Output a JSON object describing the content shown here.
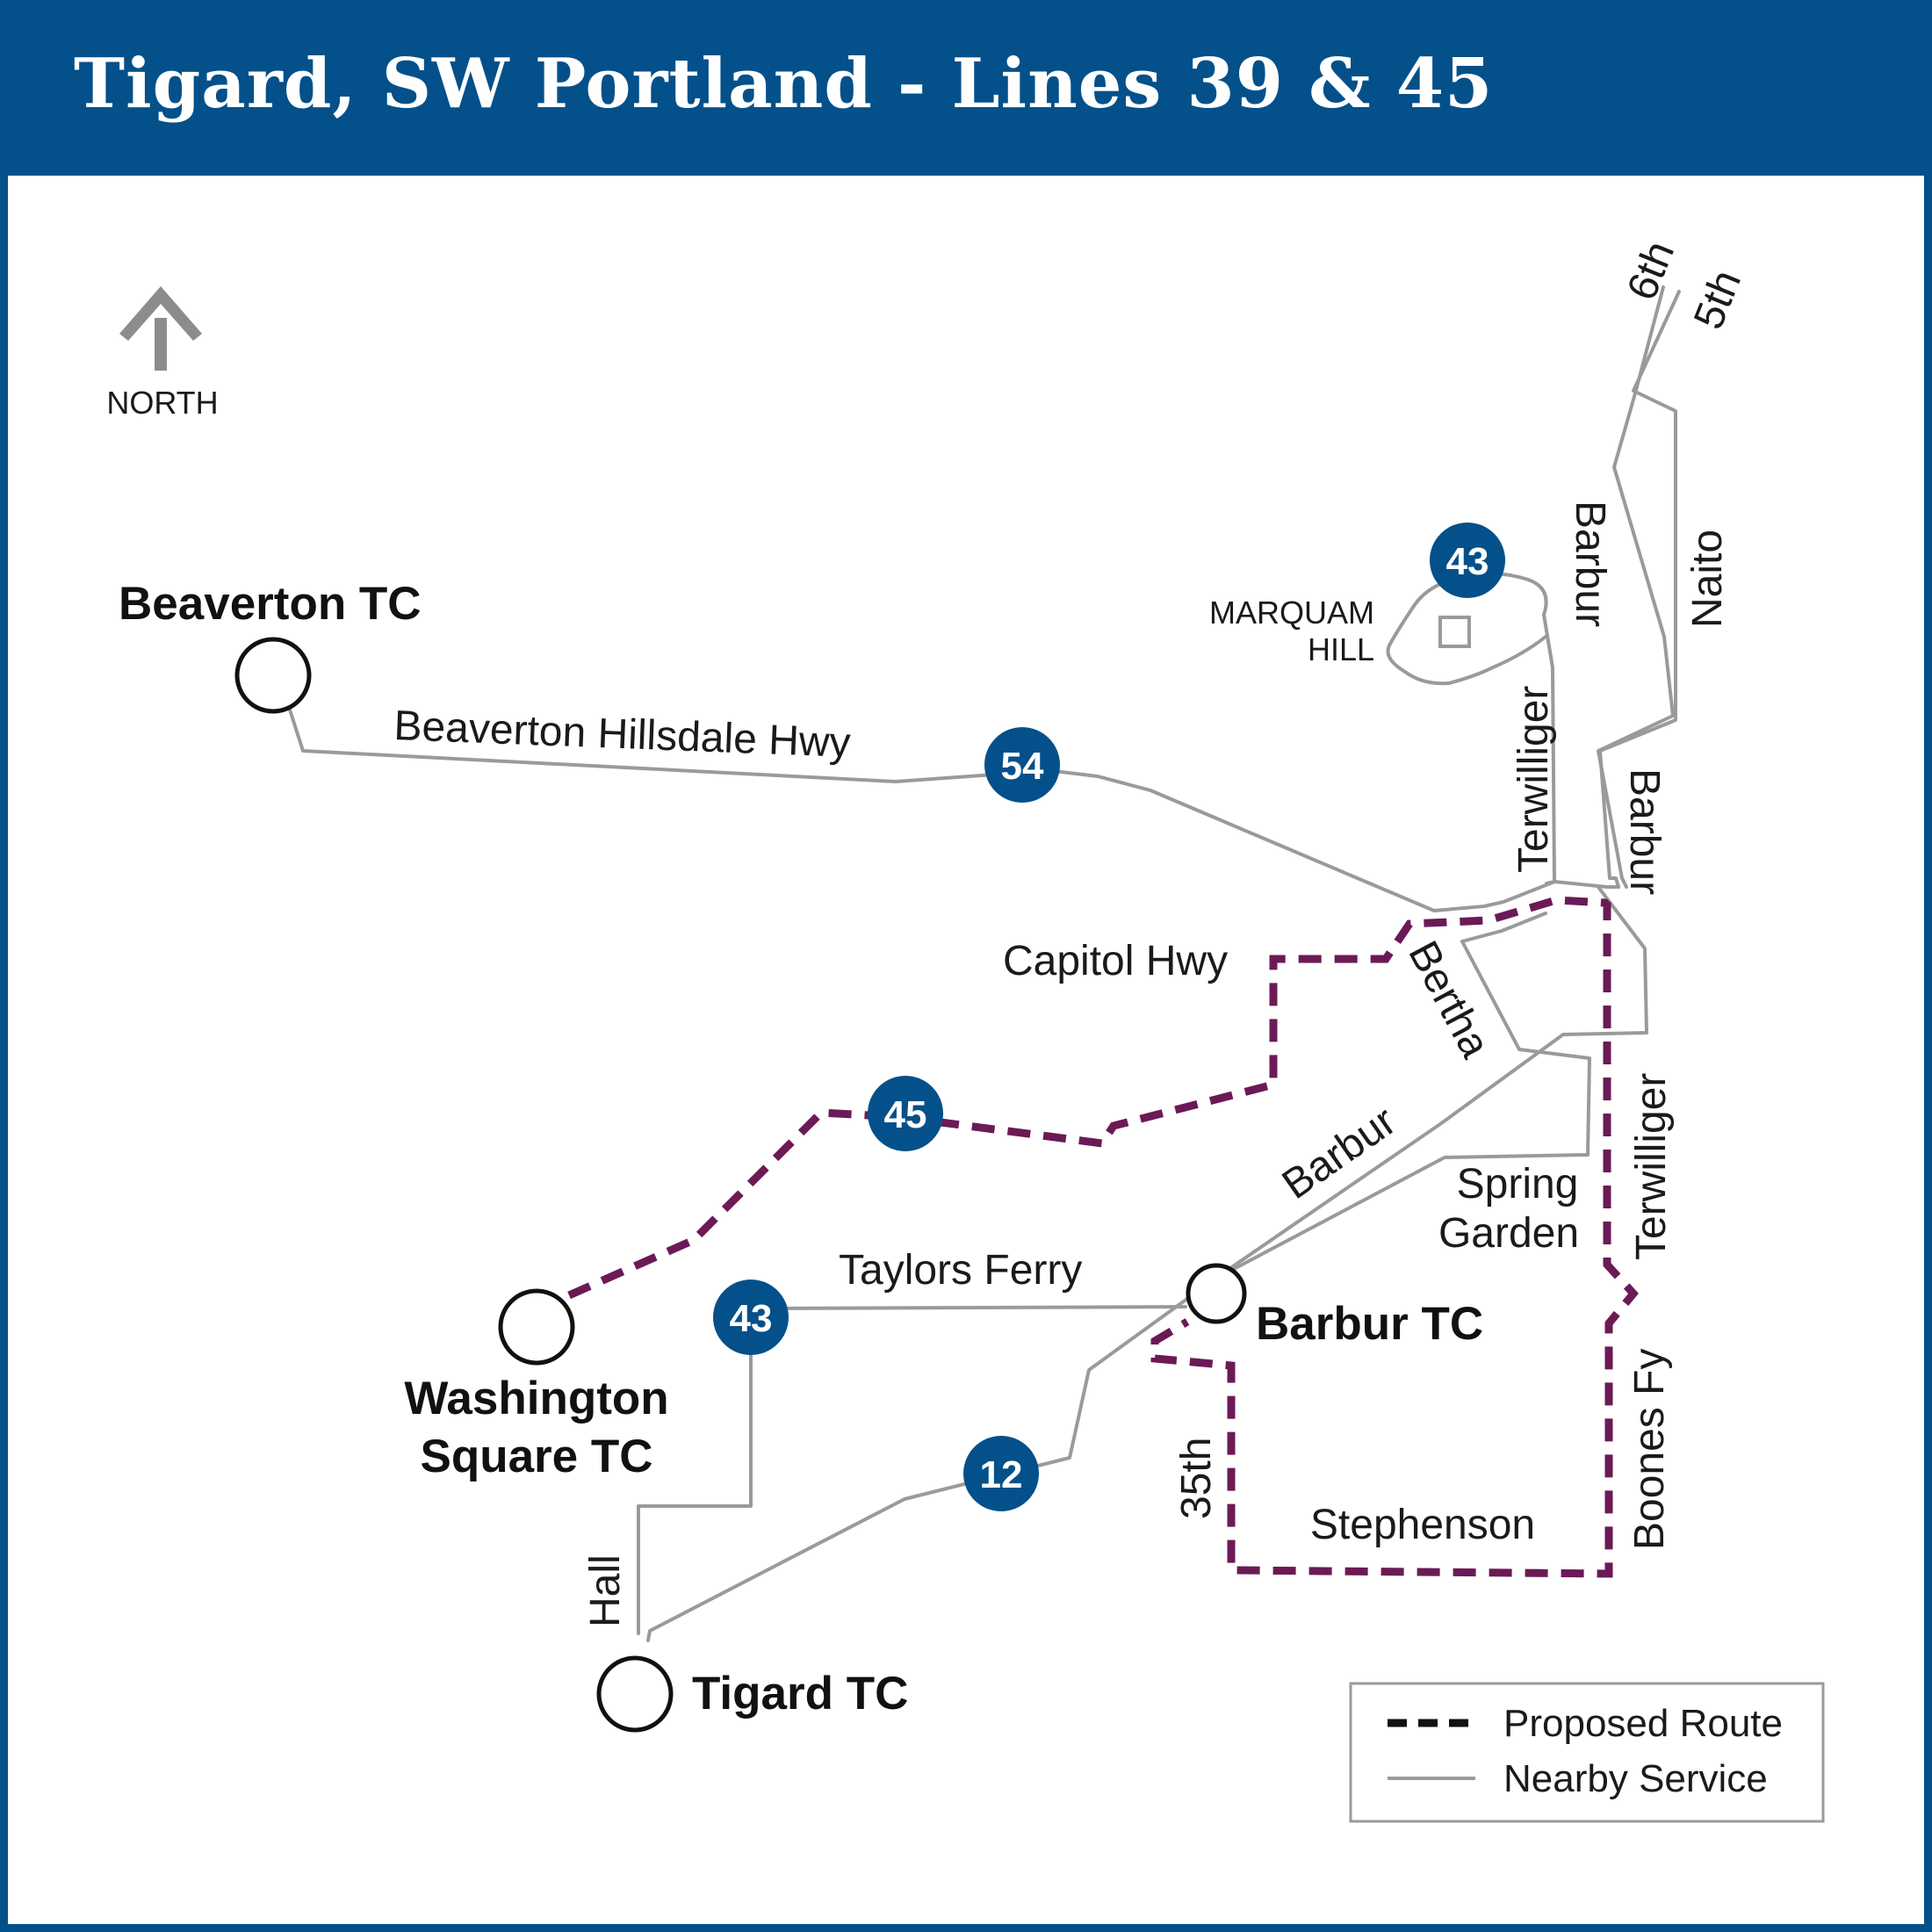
{
  "title": "Tigard, SW Portland - Lines 39 & 45",
  "colors": {
    "header": "#04508a",
    "proposed_route": "#6b1a55",
    "nearby_service": "#9a9a9a",
    "badge": "#04508a"
  },
  "north_arrow": {
    "icon": "north-arrow-icon",
    "label": "NORTH"
  },
  "landmark": {
    "line1": "MARQUAM",
    "line2": "HILL"
  },
  "transit_centers": {
    "beaverton": "Beaverton TC",
    "washington_line1": "Washington",
    "washington_line2": "Square TC",
    "barbur": "Barbur TC",
    "tigard": "Tigard TC"
  },
  "route_badges": {
    "b43_north": "43",
    "b54": "54",
    "b45": "45",
    "b43_south": "43",
    "b12": "12"
  },
  "streets": {
    "beaverton_hillsdale": "Beaverton Hillsdale Hwy",
    "capitol": "Capitol Hwy",
    "bertha": "Bertha",
    "barbur_sw": "Barbur",
    "barbur_north": "Barbur",
    "barbur_mid": "Barbur",
    "terwilliger_north": "Terwilliger",
    "terwilliger_south": "Terwilliger",
    "naito": "Naito",
    "sixth": "6th",
    "fifth": "5th",
    "spring_garden_line1": "Spring",
    "spring_garden_line2": "Garden",
    "taylors_ferry": "Taylors Ferry",
    "thirty_fifth": "35th",
    "stephenson": "Stephenson",
    "boones_fy": "Boones Fy",
    "hall": "Hall"
  },
  "legend": {
    "proposed": "Proposed Route",
    "nearby": "Nearby Service"
  }
}
